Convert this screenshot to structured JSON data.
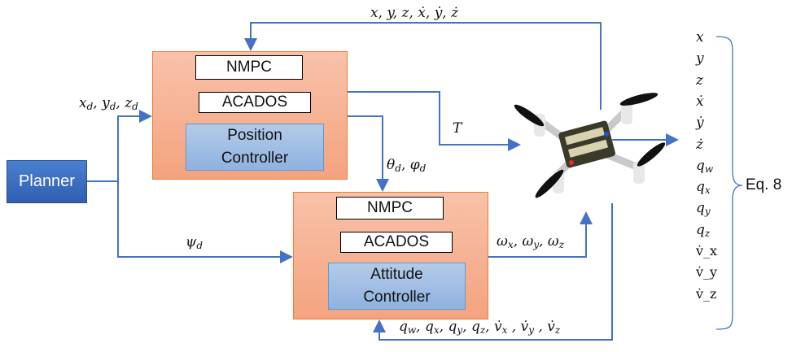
{
  "planner": {
    "label": "Planner"
  },
  "position_block": {
    "nmpc": "NMPC",
    "acados": "ACADOS",
    "controller_line1": "Position",
    "controller_line2": "Controller"
  },
  "attitude_block": {
    "nmpc": "NMPC",
    "acados": "ACADOS",
    "controller_line1": "Attitude",
    "controller_line2": "Controller"
  },
  "signals": {
    "position_ref": "x_d, y_d, z_d",
    "yaw_ref": "ψ_d",
    "attitude_ref": "θ_d, φ_d",
    "thrust": "T",
    "rates": "ω_x, ω_y, ω_z",
    "position_feedback": "x, y, z, ẋ, ẏ, ż",
    "attitude_feedback": "q_w, q_x, q_y, q_z,  v̇_x , v̇_y , v̇_z"
  },
  "state_list": [
    "x",
    "y",
    "z",
    "ẋ",
    "ẏ",
    "ż",
    "q_w",
    "q_x",
    "q_y",
    "q_z",
    "v̇_x",
    "v̇_y",
    "v̇_z"
  ],
  "equation_ref": "Eq. 8",
  "colors": {
    "line": "#4472c4",
    "outer": "#f4a37e",
    "controller": "#9dbde6",
    "planner": "#3a6cc0"
  }
}
